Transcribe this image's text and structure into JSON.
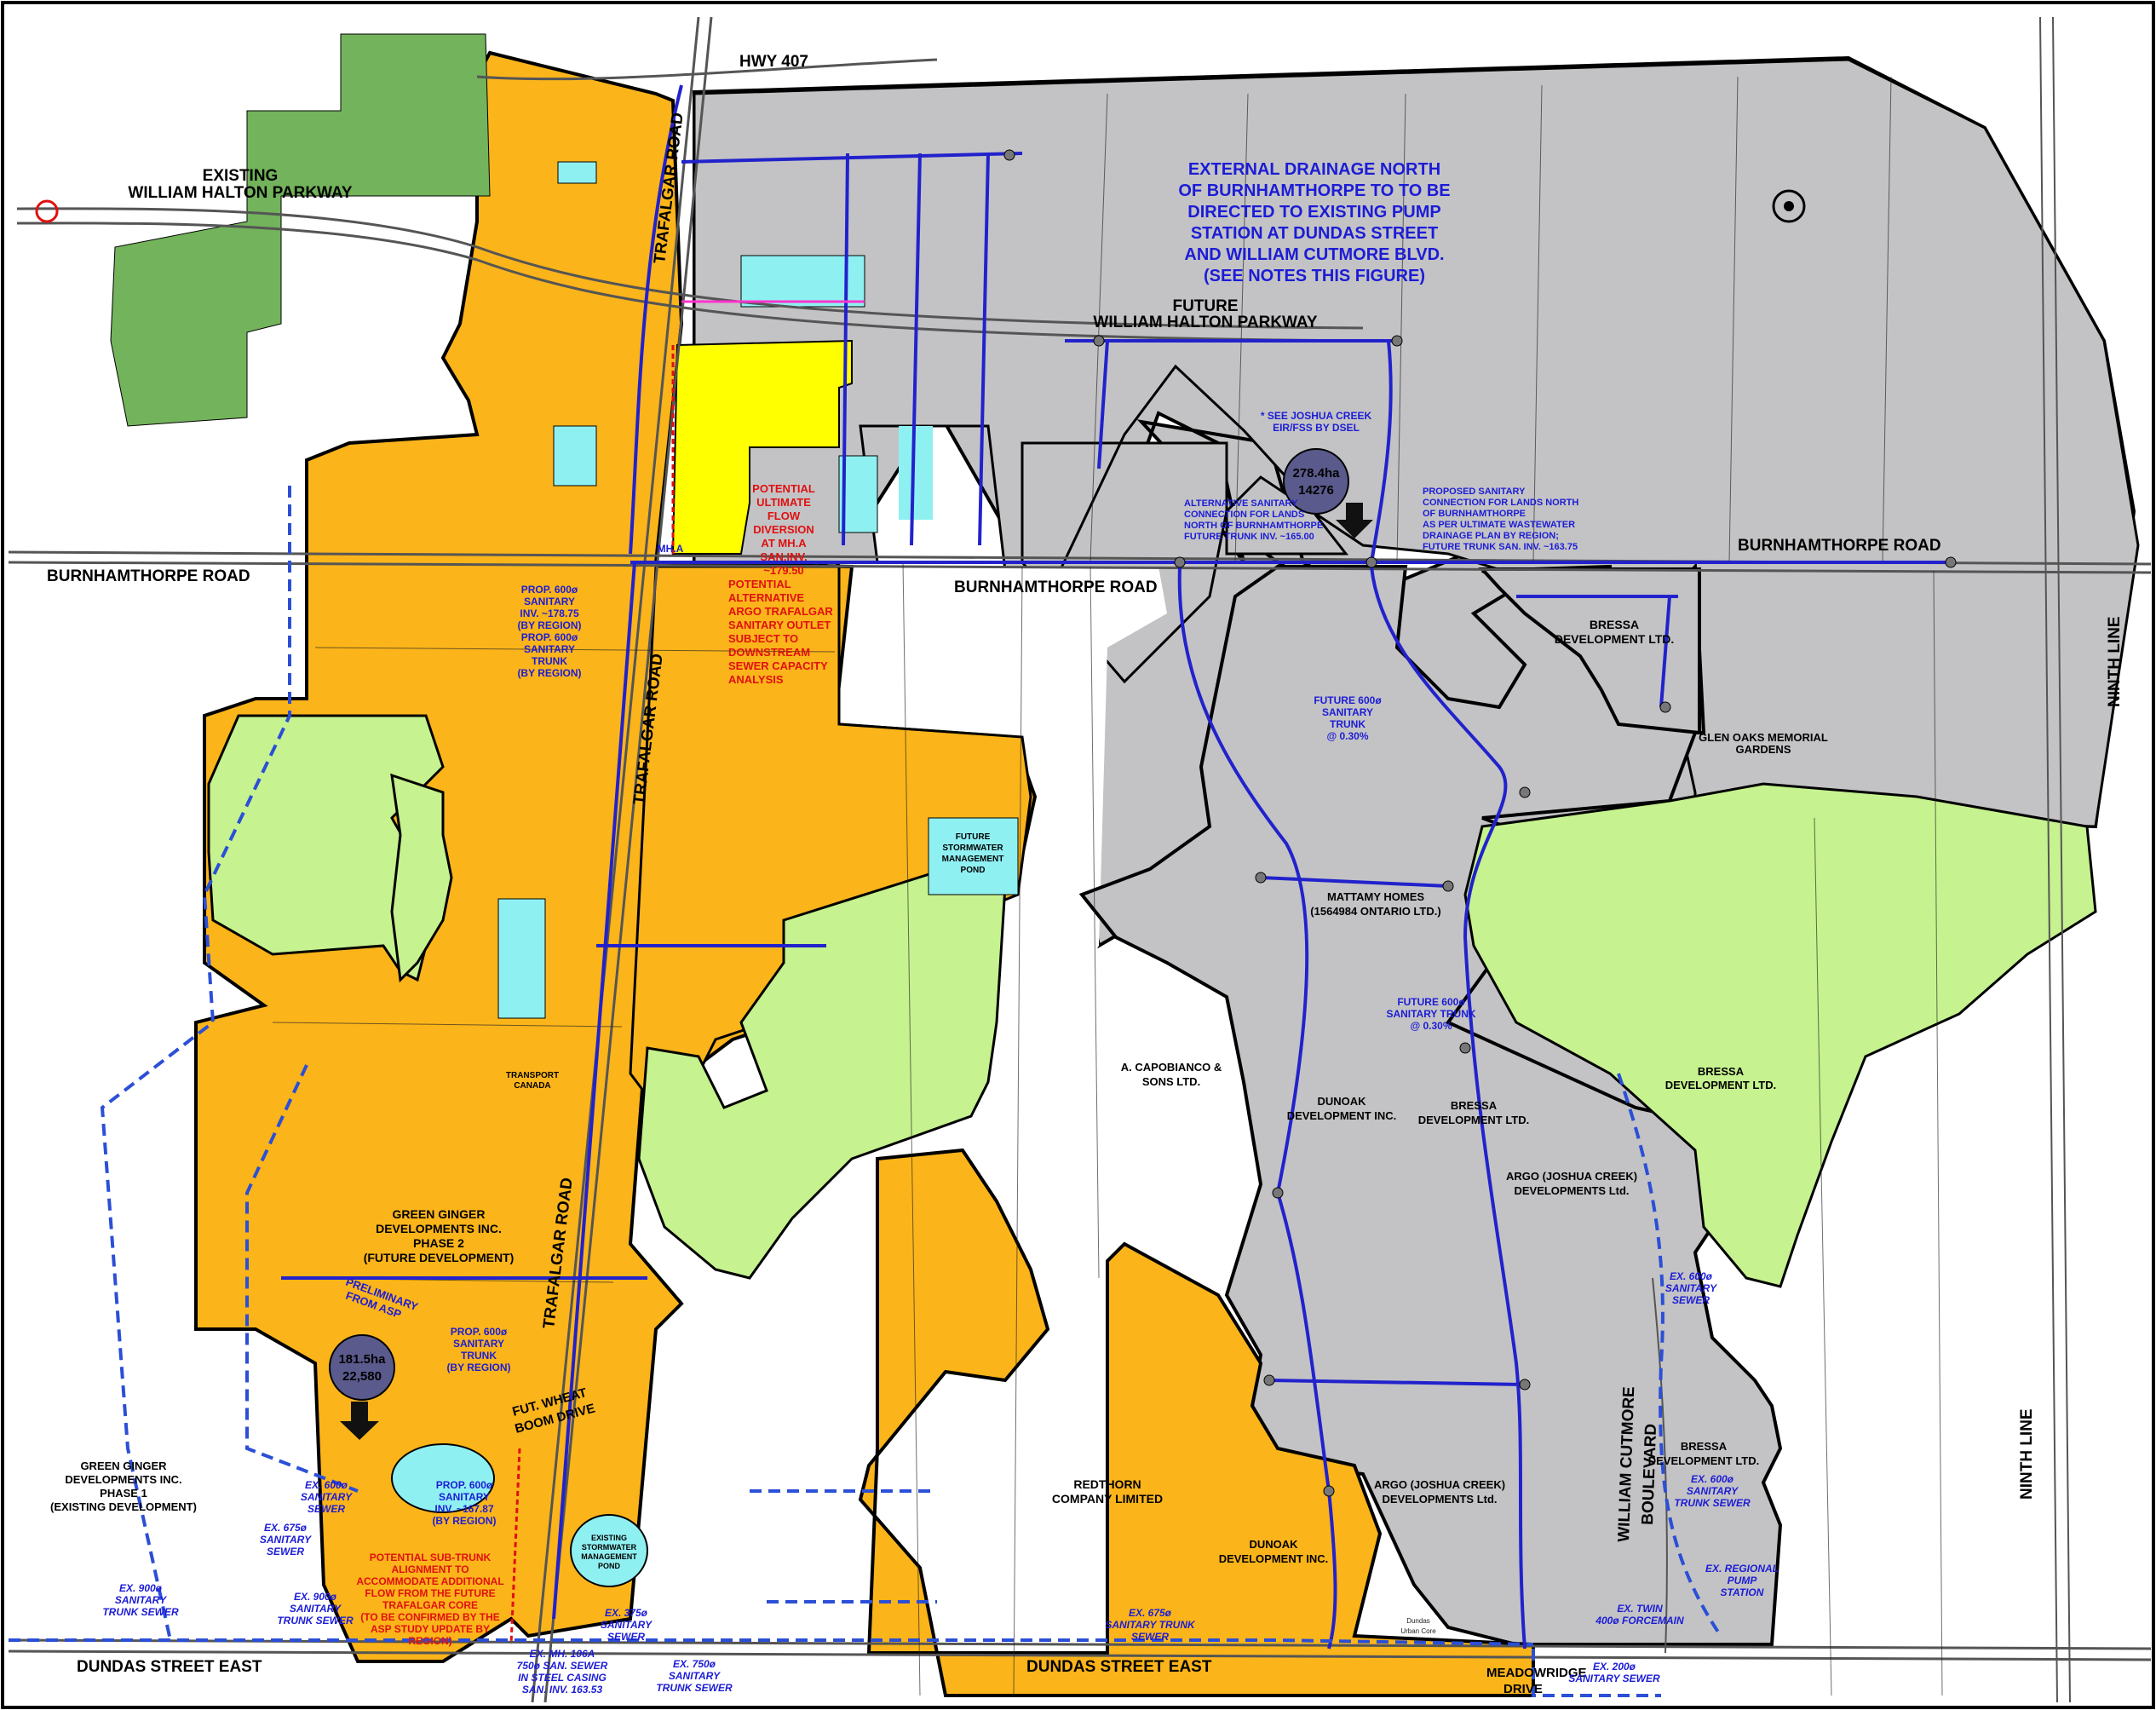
{
  "colors": {
    "orange": "#fbb41a",
    "grey": "#c3c3c5",
    "light_green": "#c6f28f",
    "dark_green": "#72b35b",
    "yellow": "#ffff00",
    "cyan": "#8ff0f2",
    "blue_line": "#2222cc",
    "red_text": "#e01010",
    "dashed_blue": "#2b4fd6"
  },
  "roads": {
    "hwy407": "HWY 407",
    "burnhamthorpe_left": "BURNHAMTHORPE ROAD",
    "burnhamthorpe_mid": "BURNHAMTHORPE ROAD",
    "burnhamthorpe_right": "BURNHAMTHORPE ROAD",
    "trafalgar_top": "TRAFALGAR ROAD",
    "trafalgar_mid": "TRAFALGAR ROAD",
    "trafalgar_bottom": "TRAFALGAR ROAD",
    "ninth_line_top": "NINTH LINE",
    "ninth_line_bottom": "NINTH LINE",
    "dundas_left": "DUNDAS STREET EAST",
    "dundas_right": "DUNDAS STREET EAST",
    "meadowridge_1": "MEADOWRIDGE",
    "meadowridge_2": "DRIVE",
    "william_cutmore": "WILLIAM CUTMORE",
    "boulevard": "BOULEVARD",
    "wheat_boom_1": "FUT. WHEAT",
    "wheat_boom_2": "BOOM DRIVE"
  },
  "labels": {
    "existing_whp_1": "EXISTING",
    "existing_whp_2": "WILLIAM HALTON PARKWAY",
    "future_whp_1": "FUTURE",
    "future_whp_2": "WILLIAM HALTON PARKWAY",
    "bressa_top_1": "BRESSA",
    "bressa_top_2": "DEVELOPMENT LTD.",
    "glen_oaks_1": "GLEN OAKS MEMORIAL",
    "glen_oaks_2": "GARDENS",
    "mattamy_1": "MATTAMY HOMES",
    "mattamy_2": "(1564984 ONTARIO LTD.)",
    "bressa_green_1": "BRESSA",
    "bressa_green_2": "DEVELOPMENT LTD.",
    "capobianco_1": "A. CAPOBIANCO &",
    "capobianco_2": "SONS LTD.",
    "dunoak_1": "DUNOAK",
    "dunoak_2": "DEVELOPMENT INC.",
    "bressa_mid_1": "BRESSA",
    "bressa_mid_2": "DEVELOPMENT LTD.",
    "argo_jc_1": "ARGO (JOSHUA CREEK)",
    "argo_jc_2": "DEVELOPMENTS Ltd.",
    "argo_jc_low_1": "ARGO (JOSHUA CREEK)",
    "argo_jc_low_2": "DEVELOPMENTS Ltd.",
    "bressa_low_1": "BRESSA",
    "bressa_low_2": "DEVELOPMENT LTD.",
    "redthorn_1": "REDTHORN",
    "redthorn_2": "COMPANY LIMITED",
    "dunoak_low_1": "DUNOAK",
    "dunoak_low_2": "DEVELOPMENT INC.",
    "green_ginger_2_1": "GREEN GINGER",
    "green_ginger_2_2": "DEVELOPMENTS INC.",
    "green_ginger_2_3": "PHASE 2",
    "green_ginger_2_4": "(FUTURE DEVELOPMENT)",
    "green_ginger_1_1": "GREEN GINGER",
    "green_ginger_1_2": "DEVELOPMENTS INC.",
    "green_ginger_1_3": "PHASE 1",
    "green_ginger_1_4": "(EXISTING DEVELOPMENT)",
    "dundas_urban_1": "Dundas",
    "dundas_urban_2": "Urban Core",
    "transport_canada_1": "TRANSPORT",
    "transport_canada_2": "CANADA",
    "fut_swm_pond_1": "FUTURE",
    "fut_swm_pond_2": "STORMWATER",
    "fut_swm_pond_3": "MANAGEMENT",
    "fut_swm_pond_4": "POND",
    "exist_swm_1": "EXISTING",
    "exist_swm_2": "STORMWATER",
    "exist_swm_3": "MANAGEMENT",
    "exist_swm_4": "POND"
  },
  "notes": {
    "external_drainage_1": "EXTERNAL DRAINAGE NORTH",
    "external_drainage_2": "OF BURNHAMTHORPE TO TO BE",
    "external_drainage_3": "DIRECTED TO EXISTING PUMP",
    "external_drainage_4": "STATION AT DUNDAS STREET",
    "external_drainage_5": "AND WILLIAM CUTMORE BLVD.",
    "external_drainage_6": "(SEE NOTES THIS FIGURE)",
    "joshua_creek_1": "* SEE JOSHUA CREEK",
    "joshua_creek_2": "EIR/FSS BY DSEL",
    "alt_sanitary_1": "ALTERNATIVE SANITARY",
    "alt_sanitary_2": "CONNECTION FOR LANDS",
    "alt_sanitary_3": "NORTH OF BURNHAMTHORPE",
    "alt_sanitary_4": "FUTURE TRUNK INV. ~165.00",
    "proposed_1": "PROPOSED SANITARY",
    "proposed_2": "CONNECTION FOR LANDS NORTH",
    "proposed_3": "OF BURNHAMTHORPE",
    "proposed_4": "AS PER ULTIMATE WASTEWATER",
    "proposed_5": "DRAINAGE PLAN BY REGION;",
    "proposed_6": "FUTURE TRUNK  SAN. INV. ~163.75",
    "future600_top_1": "FUTURE 600ø",
    "future600_top_2": "SANITARY",
    "future600_top_3": "TRUNK",
    "future600_top_4": "@ 0.30%",
    "future600_mid_1": "FUTURE 600ø",
    "future600_mid_2": "SANITARY TRUNK",
    "future600_mid_3": "@ 0.30%",
    "prop600_a_1": "PROP. 600ø",
    "prop600_a_2": "SANITARY",
    "prop600_a_3": "INV. ~178.75",
    "prop600_a_4": "(BY REGION)",
    "prop600_b_1": "PROP. 600ø",
    "prop600_b_2": "SANITARY",
    "prop600_b_3": "TRUNK",
    "prop600_b_4": "(BY REGION)",
    "prop600_c_1": "PROP. 600ø",
    "prop600_c_2": "SANITARY",
    "prop600_c_3": "TRUNK",
    "prop600_c_4": "(BY REGION)",
    "prop600_d_1": "PROP. 600ø",
    "prop600_d_2": "SANITARY",
    "prop600_d_3": "INV. ~167.87",
    "prop600_d_4": "(BY REGION)",
    "preliminary_1": "PRELIMINARY",
    "preliminary_2": "FROM ASP",
    "ex600_right_1": "EX. 600ø",
    "ex600_right_2": "SANITARY",
    "ex600_right_3": "SEWER",
    "ex600_trunk_1": "EX. 600ø",
    "ex600_trunk_2": "SANITARY",
    "ex600_trunk_3": "TRUNK SEWER",
    "ex_regional_1": "EX. REGIONAL",
    "ex_regional_2": "PUMP",
    "ex_regional_3": "STATION",
    "ex_twin_1": "EX. TWIN",
    "ex_twin_2": "400ø FORCEMAIN",
    "ex200_1": "EX. 200ø",
    "ex200_2": "SANITARY SEWER",
    "ex675_trunk_1": "EX. 675ø",
    "ex675_trunk_2": "SANITARY TRUNK",
    "ex675_trunk_3": "SEWER",
    "ex375_1": "EX. 375ø",
    "ex375_2": "SANITARY",
    "ex375_3": "SEWER",
    "ex750_1": "EX. 750ø",
    "ex750_2": "SANITARY",
    "ex750_3": "TRUNK SEWER",
    "exmh_1": "EX. MH. 106A",
    "exmh_2": "750ø SAN. SEWER",
    "exmh_3": "IN STEEL CASING",
    "exmh_4": "SAN. INV. 163.53",
    "ex900_a_1": "EX. 900ø",
    "ex900_a_2": "SANITARY",
    "ex900_a_3": "TRUNK SEWER",
    "ex900_b_1": "EX. 900ø",
    "ex900_b_2": "SANITARY",
    "ex900_b_3": "TRUNK SEWER",
    "ex675_left_1": "EX. 675ø",
    "ex675_left_2": "SANITARY",
    "ex675_left_3": "SEWER",
    "ex600_left_1": "EX. 600ø",
    "ex600_left_2": "SANITARY",
    "ex600_left_3": "SEWER",
    "potential_div_1": "POTENTIAL",
    "potential_div_2": "ULTIMATE",
    "potential_div_3": "FLOW",
    "potential_div_4": "DIVERSION",
    "potential_div_5": "AT MH.A",
    "potential_div_6": "SAN.INV.",
    "potential_div_7": "~179.50",
    "potential_alt_1": "POTENTIAL",
    "potential_alt_2": "ALTERNATIVE",
    "potential_alt_3": "ARGO TRAFALGAR",
    "potential_alt_4": "SANITARY OUTLET",
    "potential_alt_5": "SUBJECT TO",
    "potential_alt_6": "DOWNSTREAM",
    "potential_alt_7": "SEWER CAPACITY",
    "potential_alt_8": "ANALYSIS",
    "potential_sub_1": "POTENTIAL SUB-TRUNK",
    "potential_sub_2": "ALIGNMENT TO",
    "potential_sub_3": "ACCOMMODATE ADDITIONAL",
    "potential_sub_4": "FLOW FROM THE FUTURE",
    "potential_sub_5": "TRAFALGAR CORE",
    "potential_sub_6": "(TO BE CONFIRMED BY THE",
    "potential_sub_7": "ASP STUDY UPDATE BY",
    "potential_sub_8": "REGION)",
    "mh_a": "MH.A"
  },
  "catchments": {
    "north_area": "278.4ha",
    "north_pop": "14276",
    "south_area": "181.5ha",
    "south_pop": "22,580"
  }
}
